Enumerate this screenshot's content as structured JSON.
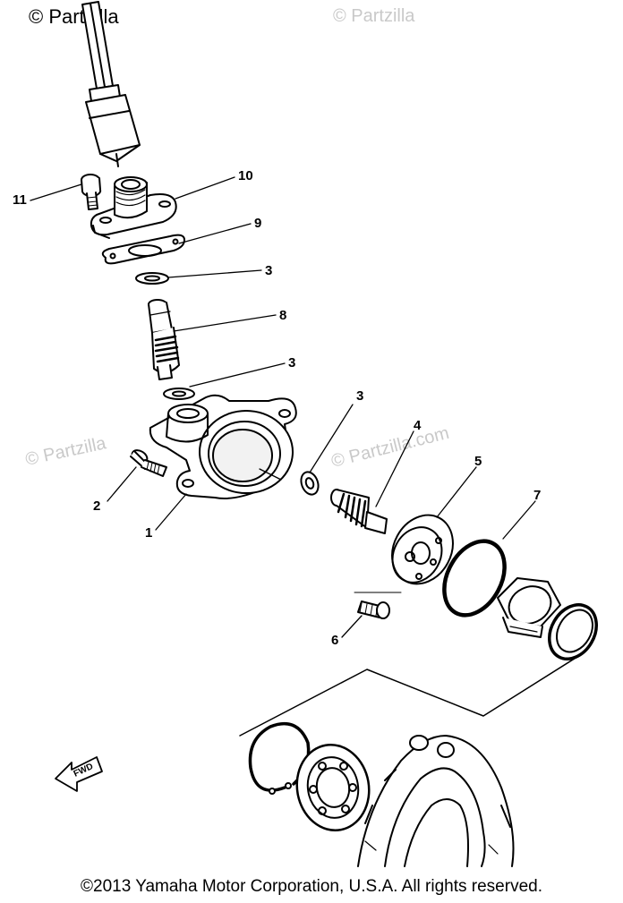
{
  "watermarks": {
    "top_left": "© Partzilla",
    "top_right": "© Partzilla",
    "mid_left": "© Partzilla",
    "mid_right": "© Partzilla.com"
  },
  "callouts": {
    "c1": "1",
    "c2": "2",
    "c3a": "3",
    "c3b": "3",
    "c3c": "3",
    "c4": "4",
    "c5": "5",
    "c6": "6",
    "c7": "7",
    "c8": "8",
    "c9": "9",
    "c10": "10",
    "c11": "11"
  },
  "fwd_label": "FWD",
  "copyright": "©2013  Yamaha Motor Corporation, U.S.A. All rights reserved."
}
